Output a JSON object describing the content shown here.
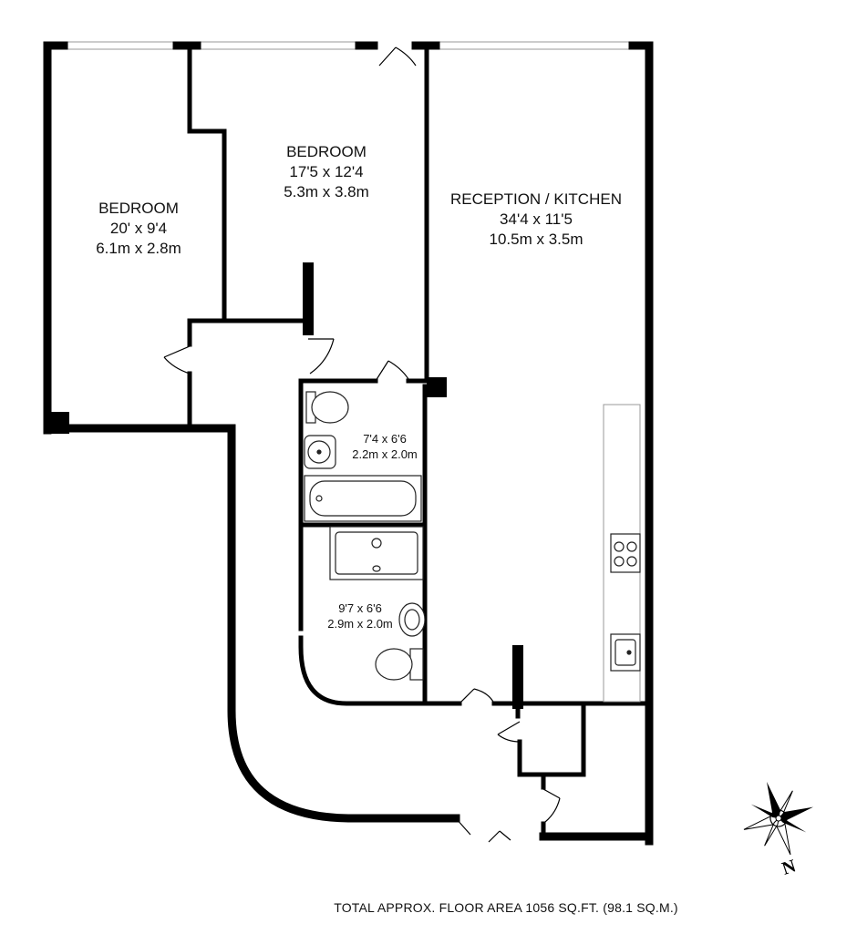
{
  "rooms": {
    "bedroom_left": {
      "name": "BEDROOM",
      "imperial": "20' x 9'4",
      "metric": "6.1m x 2.8m"
    },
    "bedroom_right": {
      "name": "BEDROOM",
      "imperial": "17'5 x 12'4",
      "metric": "5.3m x 3.8m"
    },
    "reception": {
      "name": "RECEPTION / KITCHEN",
      "imperial": "34'4 x 11'5",
      "metric": "10.5m x 3.5m"
    },
    "bathroom_1": {
      "imperial": "7'4 x 6'6",
      "metric": "2.2m x 2.0m"
    },
    "bathroom_2": {
      "imperial": "9'7 x 6'6",
      "metric": "2.9m x 2.0m"
    }
  },
  "compass": {
    "letter": "N"
  },
  "footer": {
    "total_area": "TOTAL APPROX. FLOOR AREA 1056 SQ.FT. (98.1 SQ.M.)"
  }
}
